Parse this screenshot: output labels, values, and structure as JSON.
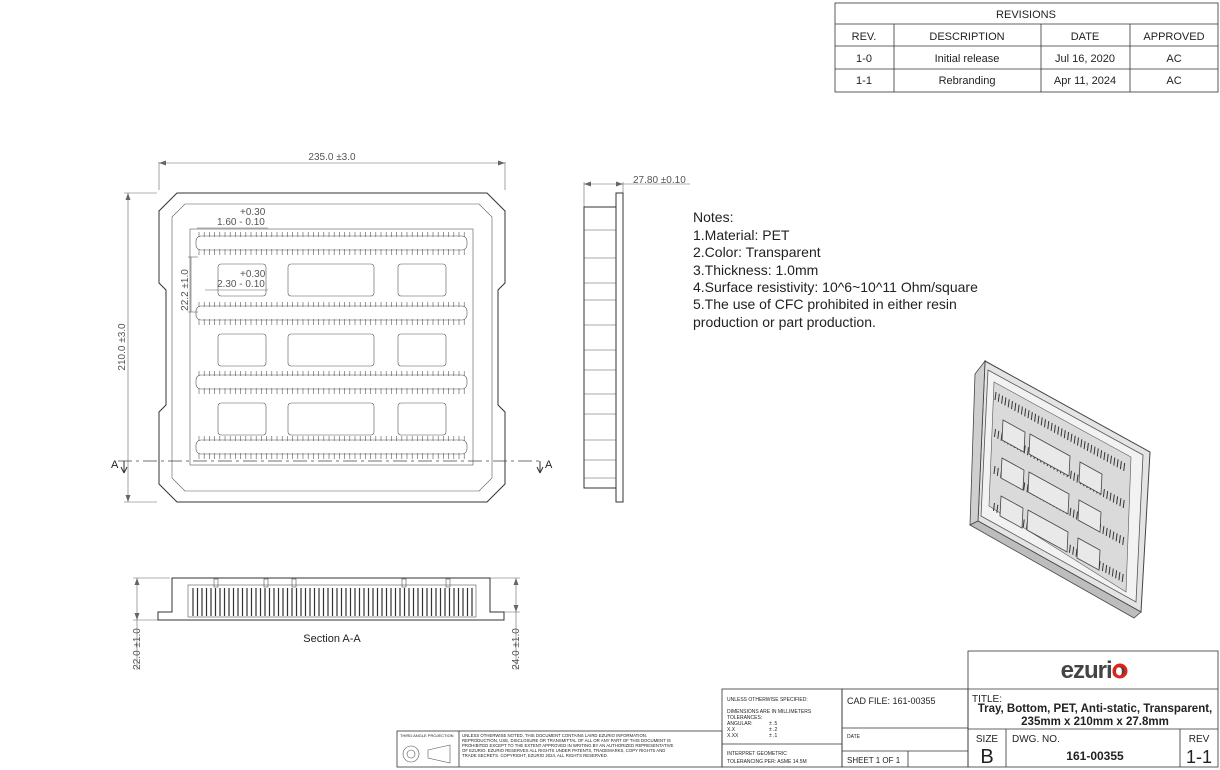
{
  "revisions": {
    "title": "REVISIONS",
    "headers": [
      "REV.",
      "DESCRIPTION",
      "DATE",
      "APPROVED"
    ],
    "rows": [
      [
        "1-0",
        "Initial release",
        "Jul 16, 2020",
        "AC"
      ],
      [
        "1-1",
        "Rebranding",
        "Apr 11, 2024",
        "AC"
      ]
    ]
  },
  "dimensions": {
    "width": "235.0 ±3.0",
    "height": "210.0 ±3.0",
    "thickness": "27.80 ±0.10",
    "pitch": "22.2 ±1.0",
    "tol_plus_1": "+0.30",
    "tol_1": "1.60 - 0.10",
    "tol_plus_2": "+0.30",
    "tol_2": "2.30 - 0.10",
    "section_left": "22.0 ±1.0",
    "section_right": "24.0 ±1.0",
    "section_marker": "A"
  },
  "section_label": "Section A-A",
  "notes": {
    "heading": "Notes:",
    "lines": [
      "1.Material: PET",
      "2.Color: Transparent",
      "3.Thickness: 1.0mm",
      "4.Surface resistivity: 10^6~10^11 Ohm/square",
      "5.The use of CFC prohibited in either resin",
      "production or part production."
    ]
  },
  "title_block": {
    "logo": "ezurio",
    "title_label": "TITLE:",
    "title_line1": "Tray, Bottom, PET, Anti-static, Transparent,",
    "title_line2": "235mm x 210mm x 27.8mm",
    "size_label": "SIZE",
    "size": "B",
    "dwg_label": "DWG.  NO.",
    "dwg_no": "161-00355",
    "rev_label": "REV",
    "rev": "1-1",
    "cad_file": "CAD FILE: 161-00355",
    "date_label": "DATE",
    "sheet": "SHEET 1 OF 1",
    "unless": "UNLESS OTHERWISE SPECIFIED:",
    "dims_mm": "DIMENSIONS ARE IN MILLIMETERS",
    "tolerances": "TOLERANCES:",
    "tol_rows": [
      [
        "ANGULAR:",
        "± .5"
      ],
      [
        "X.X",
        "± .2"
      ],
      [
        "X.XX",
        "± .1"
      ]
    ],
    "interpret1": "INTERPRET GEOMETRIC",
    "interpret2": "TOLERANCING PER:  ASME 14.5M",
    "projection": "THIRD ANGLE PROJECTION",
    "legal": [
      "UNLESS OTHERWISE NOTED, THIS DOCUMENT CONTAINS LAIRD EZURIO INFORMATION.",
      "REPRODUCTION, USE, DISCLOSURE OR TRANSMITTAL OF ALL OR ANY PART OF THIS DOCUMENT IS",
      "PROHIBITED EXCEPT TO THE EXTENT APPROVED IN WRITING BY AN AUTHORIZED REPRESENTATIVE",
      "OF EZURIO. EZURIO RESERVES ALL RIGHTS UNDER PATENTS, TRADEMARKS, COPY RIGHTS AND",
      "TRADE SECRETS. COPYRIGHT, EZURIO  2024, ALL RIGHTS RESERVED."
    ]
  }
}
